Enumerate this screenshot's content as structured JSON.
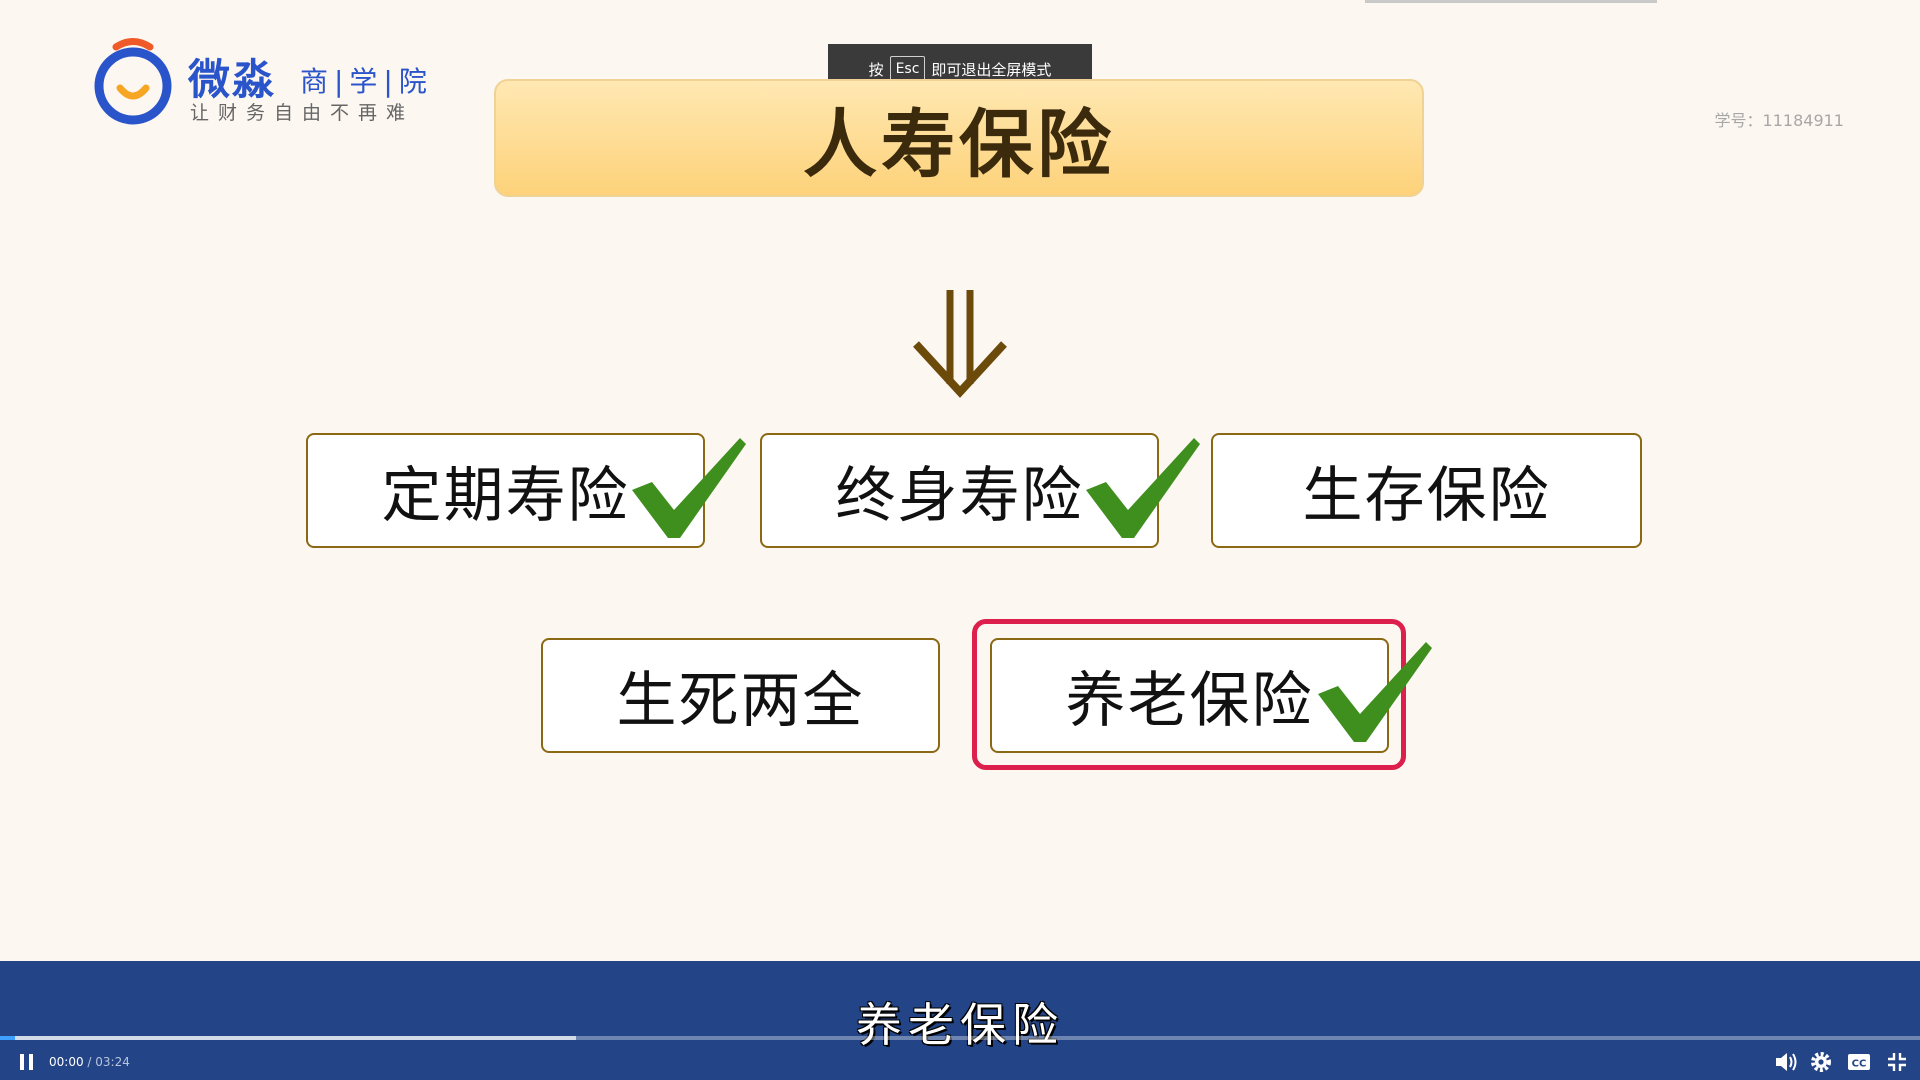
{
  "logo": {
    "brand": "微淼",
    "school": "商|学|院",
    "slogan": "让财务自由不再难"
  },
  "student_id": "学号：11184911",
  "esc_tip": {
    "prefix": "按",
    "key": "Esc",
    "suffix": "即可退出全屏模式"
  },
  "slide": {
    "title": "人寿保险",
    "row1": [
      {
        "label": "定期寿险",
        "checked": true
      },
      {
        "label": "终身寿险",
        "checked": true
      },
      {
        "label": "生存保险",
        "checked": false
      }
    ],
    "row2": [
      {
        "label": "生死两全",
        "checked": false
      },
      {
        "label": "养老保险",
        "checked": true,
        "highlighted": true
      }
    ]
  },
  "player": {
    "subtitle": "养老保险",
    "current_time": "00:00",
    "separator": " / ",
    "duration": "03:24",
    "played_fraction": 0.008,
    "buffered_fraction": 0.3,
    "controls": [
      "pause-icon",
      "volume-icon",
      "settings-icon",
      "captions-icon",
      "exit-fullscreen-icon"
    ]
  },
  "colors": {
    "background": "#fdf7f1",
    "title_fill": "#fdd27a",
    "box_border": "#8b6914",
    "check": "#3f8f1e",
    "highlight": "#dc1f4b",
    "player_bar": "#234487",
    "progress": "#3fa0ff"
  }
}
